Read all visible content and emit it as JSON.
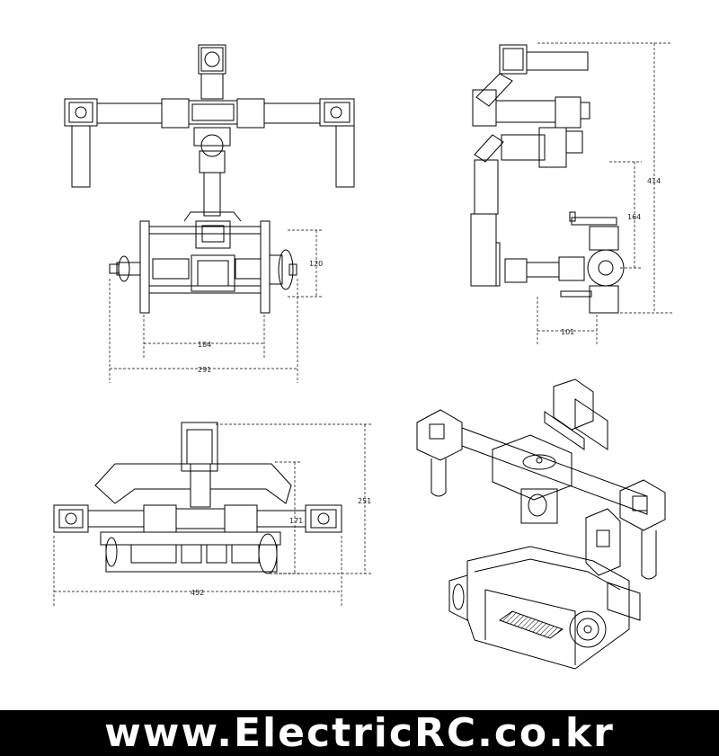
{
  "views": {
    "front": {
      "dim_width_inner": "184",
      "dim_width_outer": "291",
      "dim_height": "120"
    },
    "side": {
      "dim_depth": "101",
      "dim_height_mid": "164",
      "dim_height_total": "414"
    },
    "top": {
      "dim_width": "452",
      "dim_depth_outer": "251",
      "dim_depth_inner": "171"
    }
  },
  "footer": {
    "website": "www.ElectricRC.co.kr"
  },
  "colors": {
    "line": "#000000",
    "background": "#ffffff",
    "footer_bg": "#000000",
    "footer_text": "#ffffff"
  }
}
